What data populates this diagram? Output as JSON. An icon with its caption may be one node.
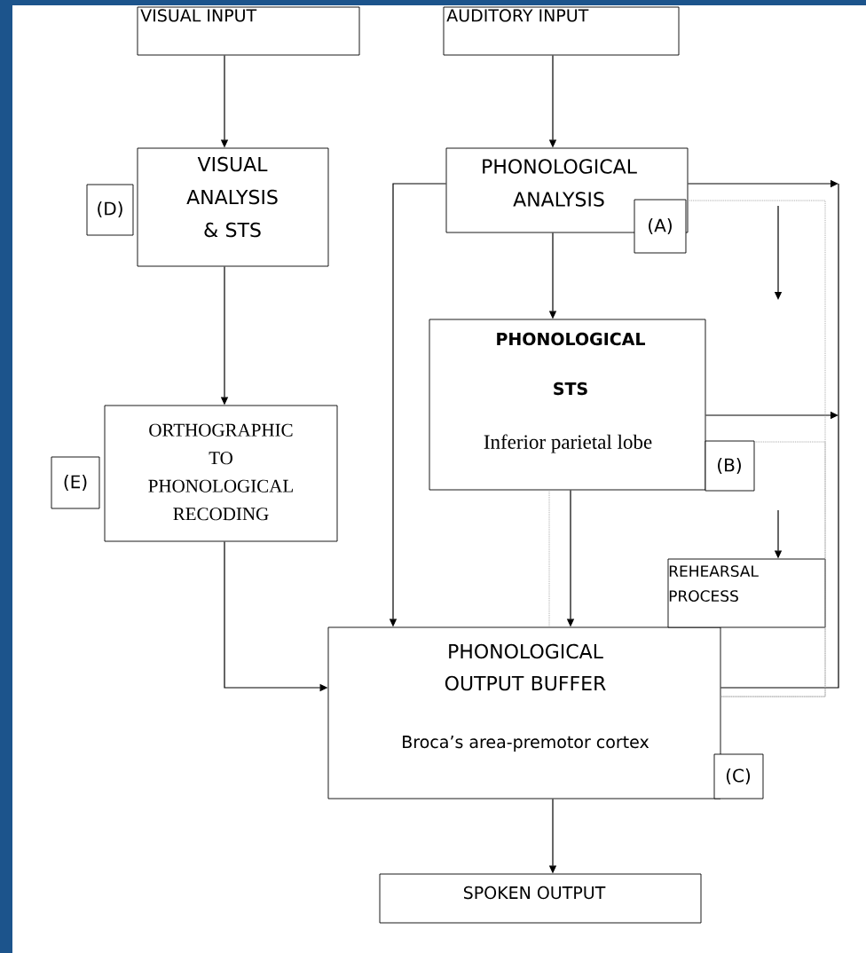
{
  "diagram": {
    "nodes": [
      {
        "text": [
          "VISUAL INPUT"
        ]
      },
      {
        "text": [
          "AUDITORY INPUT"
        ]
      },
      {
        "text": [
          "VISUAL ANALYSIS & STS"
        ]
      },
      {
        "text": [
          "(D)"
        ]
      },
      {
        "text": [
          "PHONOLOGICAL ANALYSIS"
        ]
      },
      {
        "text": [
          "(A)"
        ]
      },
      {
        "text": [
          "PHONOLOGICAL STS",
          "Inferior parietal lobe"
        ]
      },
      {
        "text": [
          "(B)"
        ]
      },
      {
        "text": [
          "ORTHOGRAPHIC TO PHONOLOGICAL RECODING"
        ]
      },
      {
        "text": [
          "(E)"
        ]
      },
      {
        "text": [
          "REHEARSAL PROCESS"
        ]
      },
      {
        "text": [
          "PHONOLOGICAL OUTPUT BUFFER",
          "Broca’s area-premotor cortex"
        ]
      },
      {
        "text": [
          "(C)"
        ]
      },
      {
        "text": [
          "SPOKEN OUTPUT"
        ]
      }
    ],
    "edges": [
      {
        "from": 0,
        "to": 2,
        "arrow": "to"
      },
      {
        "from": 1,
        "to": 4,
        "arrow": "to"
      },
      {
        "from": 4,
        "to": 6,
        "arrow": "to"
      },
      {
        "from": 2,
        "to": 8,
        "arrow": "to"
      },
      {
        "from": 4,
        "to": 11,
        "arrow": "to"
      },
      {
        "from": 6,
        "to": 11,
        "arrow": "to"
      },
      {
        "from": 8,
        "to": 11,
        "arrow": "to"
      },
      {
        "from": 11,
        "to": 13,
        "arrow": "to"
      },
      {
        "from": 4,
        "to": null,
        "arrow": "to"
      },
      {
        "from": 6,
        "to": null,
        "arrow": "to"
      },
      {
        "from": 11,
        "to": null,
        "arrow": "none"
      },
      {
        "from": 6,
        "to": 11,
        "arrow": "none",
        "style": "dashed",
        "color": "#999999"
      },
      {
        "from": 5,
        "to": 11,
        "arrow": "none",
        "style": "dashed",
        "color": "#999999"
      },
      {
        "from": 7,
        "to": 11,
        "arrow": "none",
        "style": "dashed",
        "color": "#999999"
      },
      {
        "from": null,
        "to": 10,
        "arrow": "to"
      }
    ]
  }
}
